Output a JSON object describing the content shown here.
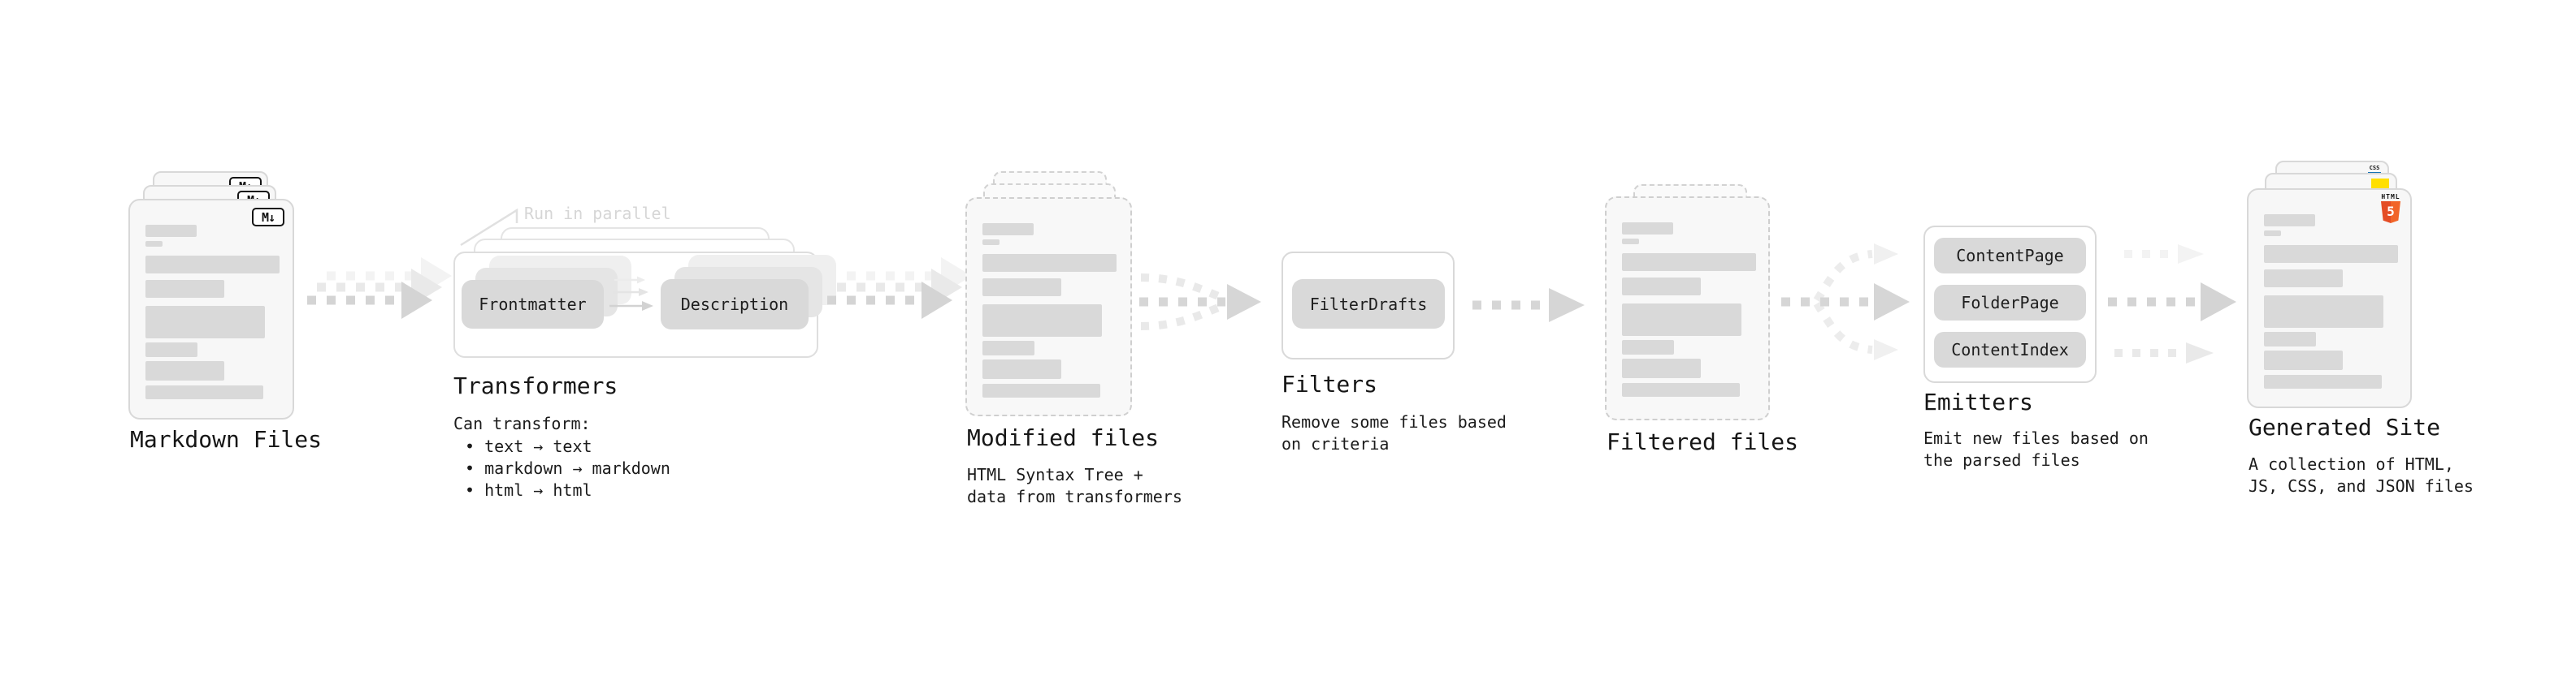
{
  "stages": {
    "markdown_files": {
      "label": "Markdown Files",
      "badge": "M↓"
    },
    "transformers": {
      "label": "Transformers",
      "annotation": "Run in parallel",
      "transformer_1": "Frontmatter",
      "transformer_2": "Description",
      "description_title": "Can transform:",
      "bullets": [
        "• text → text",
        "• markdown → markdown",
        "• html → html"
      ]
    },
    "modified_files": {
      "label": "Modified files",
      "description": "HTML Syntax Tree +\ndata from transformers"
    },
    "filters": {
      "label": "Filters",
      "filter_1": "FilterDrafts",
      "description": "Remove some files based\non criteria"
    },
    "filtered_files": {
      "label": "Filtered files"
    },
    "emitters": {
      "label": "Emitters",
      "emitter_1": "ContentPage",
      "emitter_2": "FolderPage",
      "emitter_3": "ContentIndex",
      "description": "Emit new files based on\nthe parsed files"
    },
    "generated_site": {
      "label": "Generated Site",
      "description": "A collection of HTML,\nJS, CSS, and JSON files",
      "html5_badge": {
        "word": "HTML",
        "number": "5"
      },
      "css_badge": "CSS"
    }
  },
  "colors": {
    "html5_orange_dark": "#e44d26",
    "html5_orange_light": "#f16529",
    "js_yellow": "#ffdf00",
    "css_blue": "#1572b6",
    "markdown_badge_ink": "#111111"
  }
}
